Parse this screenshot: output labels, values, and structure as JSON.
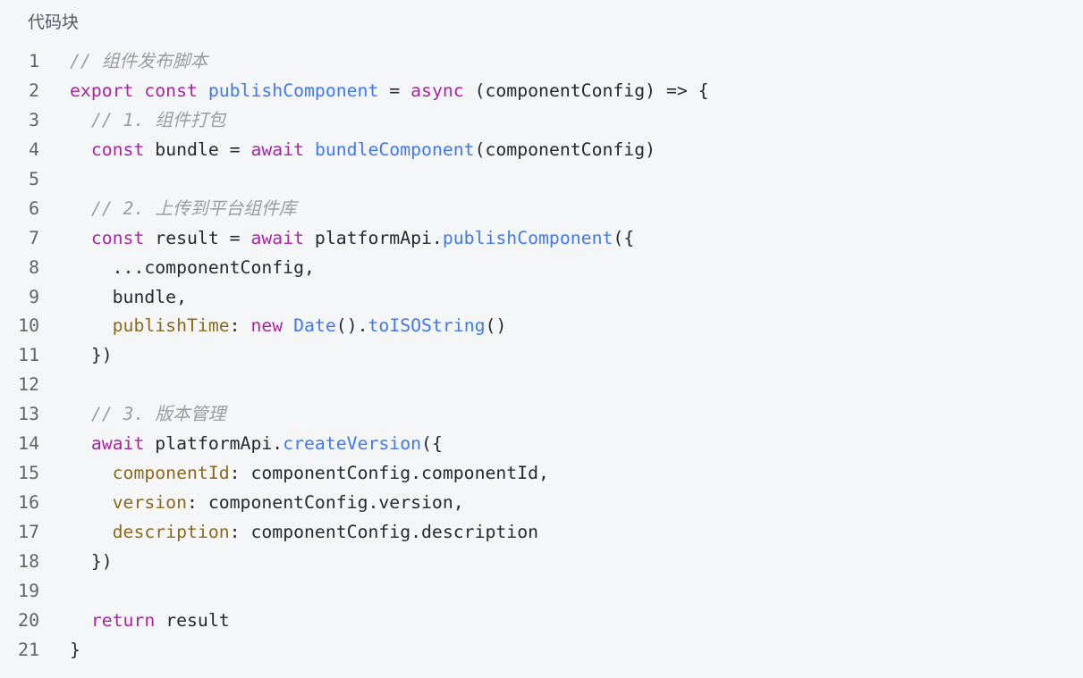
{
  "title": "代码块",
  "colors": {
    "keyword": "#a626a4",
    "function": "#4078f2",
    "property": "#8a6a1c",
    "comment": "#9a9ca0",
    "text": "#24292f"
  },
  "lines": [
    {
      "n": "1",
      "tokens": [
        [
          "// 组件发布脚本",
          "comment"
        ]
      ]
    },
    {
      "n": "2",
      "tokens": [
        [
          "export const ",
          "kw"
        ],
        [
          "publishComponent",
          "fn"
        ],
        [
          " = ",
          "plain"
        ],
        [
          "async",
          "kw"
        ],
        [
          " (componentConfig) => {",
          "plain"
        ]
      ]
    },
    {
      "n": "3",
      "tokens": [
        [
          "  // 1. 组件打包",
          "comment"
        ]
      ]
    },
    {
      "n": "4",
      "tokens": [
        [
          "  ",
          "plain"
        ],
        [
          "const",
          "kw"
        ],
        [
          " bundle = ",
          "plain"
        ],
        [
          "await",
          "kw"
        ],
        [
          " ",
          "plain"
        ],
        [
          "bundleComponent",
          "fn"
        ],
        [
          "(componentConfig)",
          "plain"
        ]
      ]
    },
    {
      "n": "5",
      "tokens": []
    },
    {
      "n": "6",
      "tokens": [
        [
          "  // 2. 上传到平台组件库",
          "comment"
        ]
      ]
    },
    {
      "n": "7",
      "tokens": [
        [
          "  ",
          "plain"
        ],
        [
          "const",
          "kw"
        ],
        [
          " result = ",
          "plain"
        ],
        [
          "await",
          "kw"
        ],
        [
          " platformApi.",
          "plain"
        ],
        [
          "publishComponent",
          "fn"
        ],
        [
          "({",
          "plain"
        ]
      ]
    },
    {
      "n": "8",
      "tokens": [
        [
          "    ...componentConfig,",
          "plain"
        ]
      ]
    },
    {
      "n": "9",
      "tokens": [
        [
          "    bundle,",
          "plain"
        ]
      ]
    },
    {
      "n": "10",
      "tokens": [
        [
          "    ",
          "plain"
        ],
        [
          "publishTime",
          "prop"
        ],
        [
          ": ",
          "plain"
        ],
        [
          "new",
          "kw"
        ],
        [
          " ",
          "plain"
        ],
        [
          "Date",
          "fn"
        ],
        [
          "().",
          "plain"
        ],
        [
          "toISOString",
          "fn"
        ],
        [
          "()",
          "plain"
        ]
      ]
    },
    {
      "n": "11",
      "tokens": [
        [
          "  })",
          "plain"
        ]
      ]
    },
    {
      "n": "12",
      "tokens": []
    },
    {
      "n": "13",
      "tokens": [
        [
          "  // 3. 版本管理",
          "comment"
        ]
      ]
    },
    {
      "n": "14",
      "tokens": [
        [
          "  ",
          "plain"
        ],
        [
          "await",
          "kw"
        ],
        [
          " platformApi.",
          "plain"
        ],
        [
          "createVersion",
          "fn"
        ],
        [
          "({",
          "plain"
        ]
      ]
    },
    {
      "n": "15",
      "tokens": [
        [
          "    ",
          "plain"
        ],
        [
          "componentId",
          "prop"
        ],
        [
          ": componentConfig.componentId,",
          "plain"
        ]
      ]
    },
    {
      "n": "16",
      "tokens": [
        [
          "    ",
          "plain"
        ],
        [
          "version",
          "prop"
        ],
        [
          ": componentConfig.version,",
          "plain"
        ]
      ]
    },
    {
      "n": "17",
      "tokens": [
        [
          "    ",
          "plain"
        ],
        [
          "description",
          "prop"
        ],
        [
          ": componentConfig.description",
          "plain"
        ]
      ]
    },
    {
      "n": "18",
      "tokens": [
        [
          "  })",
          "plain"
        ]
      ]
    },
    {
      "n": "19",
      "tokens": []
    },
    {
      "n": "20",
      "tokens": [
        [
          "  ",
          "plain"
        ],
        [
          "return",
          "kw"
        ],
        [
          " result",
          "plain"
        ]
      ]
    },
    {
      "n": "21",
      "tokens": [
        [
          "}",
          "plain"
        ]
      ]
    }
  ]
}
